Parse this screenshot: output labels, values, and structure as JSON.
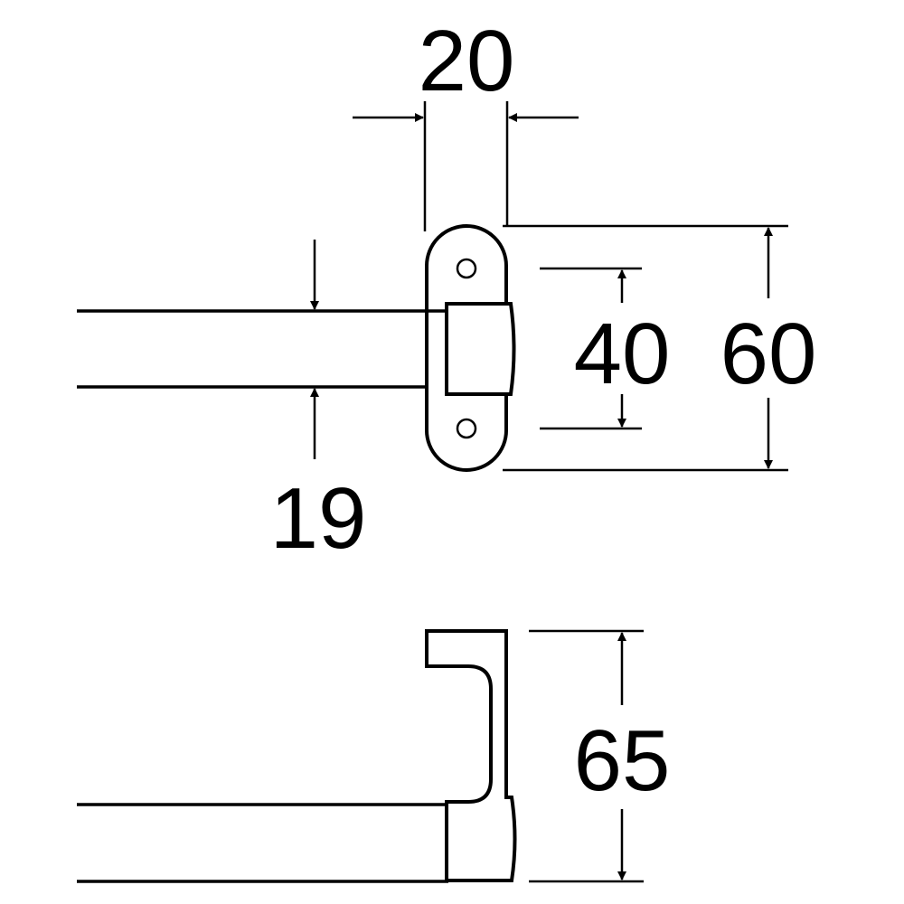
{
  "dimensions": {
    "bracket_depth": "20",
    "rod_diameter": "19",
    "hole_pitch": "40",
    "plate_height": "60",
    "projection": "65"
  },
  "colors": {
    "line": "#000000",
    "background": "#ffffff"
  }
}
